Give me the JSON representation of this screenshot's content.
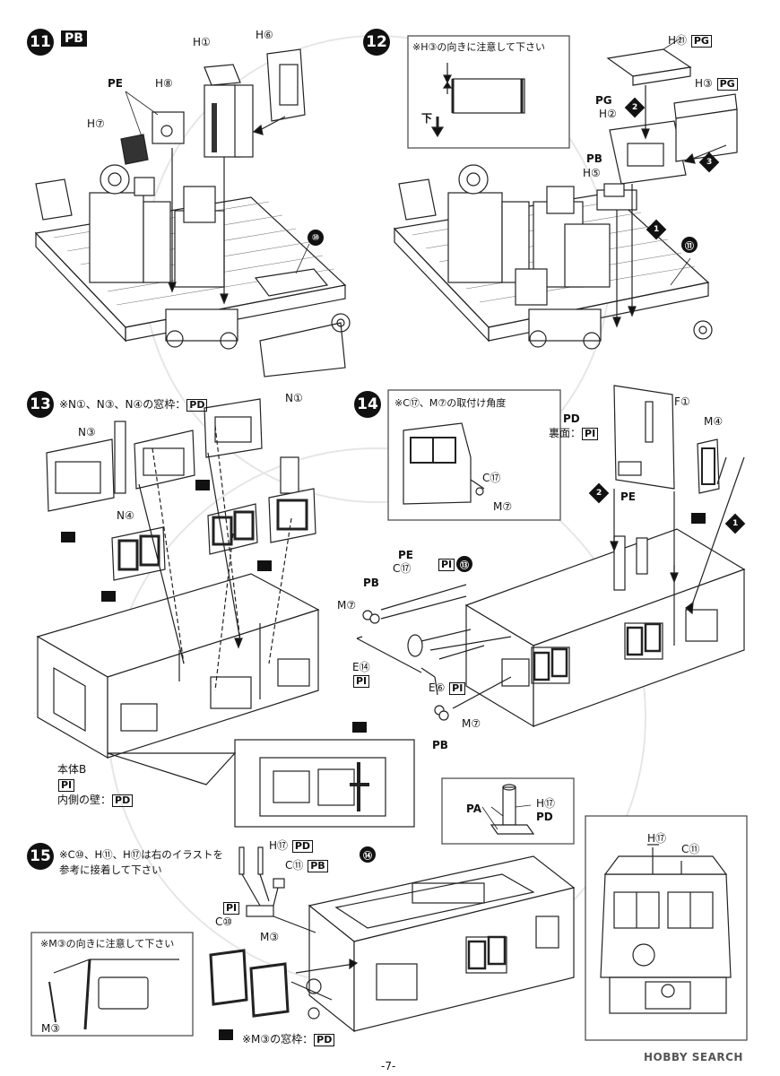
{
  "steps": {
    "s11": {
      "num": "11",
      "code": "PB",
      "labels": {
        "h1": "H①",
        "h6": "H⑥",
        "pe": "PE",
        "h8": "H⑧",
        "h7": "H⑦",
        "sub": "⑩"
      }
    },
    "s12": {
      "num": "12",
      "note": "※H③の向きに注意して下さい",
      "down": "下",
      "labels": {
        "h21": "H㉑",
        "h21p": "PG",
        "h3": "H③",
        "h3p": "PG",
        "pg": "PG",
        "h2": "H②",
        "pb": "PB",
        "h5": "H⑤",
        "sub": "⑪"
      },
      "order": [
        "1",
        "2",
        "3"
      ]
    },
    "s13": {
      "num": "13",
      "note": "※N①、N③、N④の窓枠：",
      "note_p": "PD",
      "labels": {
        "n1": "N①",
        "n3": "N③",
        "n4": "N④"
      },
      "body": {
        "line1": "本体B",
        "line2": "PI",
        "line3": "内側の壁：",
        "line3p": "PD"
      }
    },
    "s14": {
      "num": "14",
      "note": "※C⑰、M⑦の取付け角度",
      "note_c17": "C⑰",
      "note_m7": "M⑦",
      "labels": {
        "pd": "PD",
        "back": "裏面：",
        "backp": "PI",
        "f1": "F①",
        "m4": "M④",
        "pe": "PE",
        "pe2": "PE",
        "c17": "C⑰",
        "pi": "PI",
        "pb": "PB",
        "m7": "M⑦",
        "e14": "E⑭",
        "pi2": "PI",
        "e6": "E⑥",
        "pi3": "PI",
        "m7b": "M⑦",
        "pb2": "PB",
        "sub": "⑬"
      },
      "order": [
        "1",
        "2"
      ],
      "inset": {
        "pa": "PA",
        "h17": "H⑰",
        "pd": "PD"
      }
    },
    "s15": {
      "num": "15",
      "note1": "※C⑩、H⑪、H⑰は右のイラストを",
      "note2": "参考に接着して下さい",
      "labels": {
        "h17": "H⑰",
        "h17p": "PD",
        "c11": "C⑪",
        "c11p": "PB",
        "pi": "PI",
        "c10": "C⑩",
        "m3": "M③",
        "sub": "⑭",
        "bottom": "※M③の窓枠：",
        "bottomp": "PD"
      },
      "note_box": "※M③の向きに注意して下さい",
      "note_box_m3": "M③",
      "front": {
        "h17": "H⑰",
        "c11": "C⑪"
      }
    }
  },
  "page_number": "-7-",
  "watermark": "HOBBY SEARCH"
}
